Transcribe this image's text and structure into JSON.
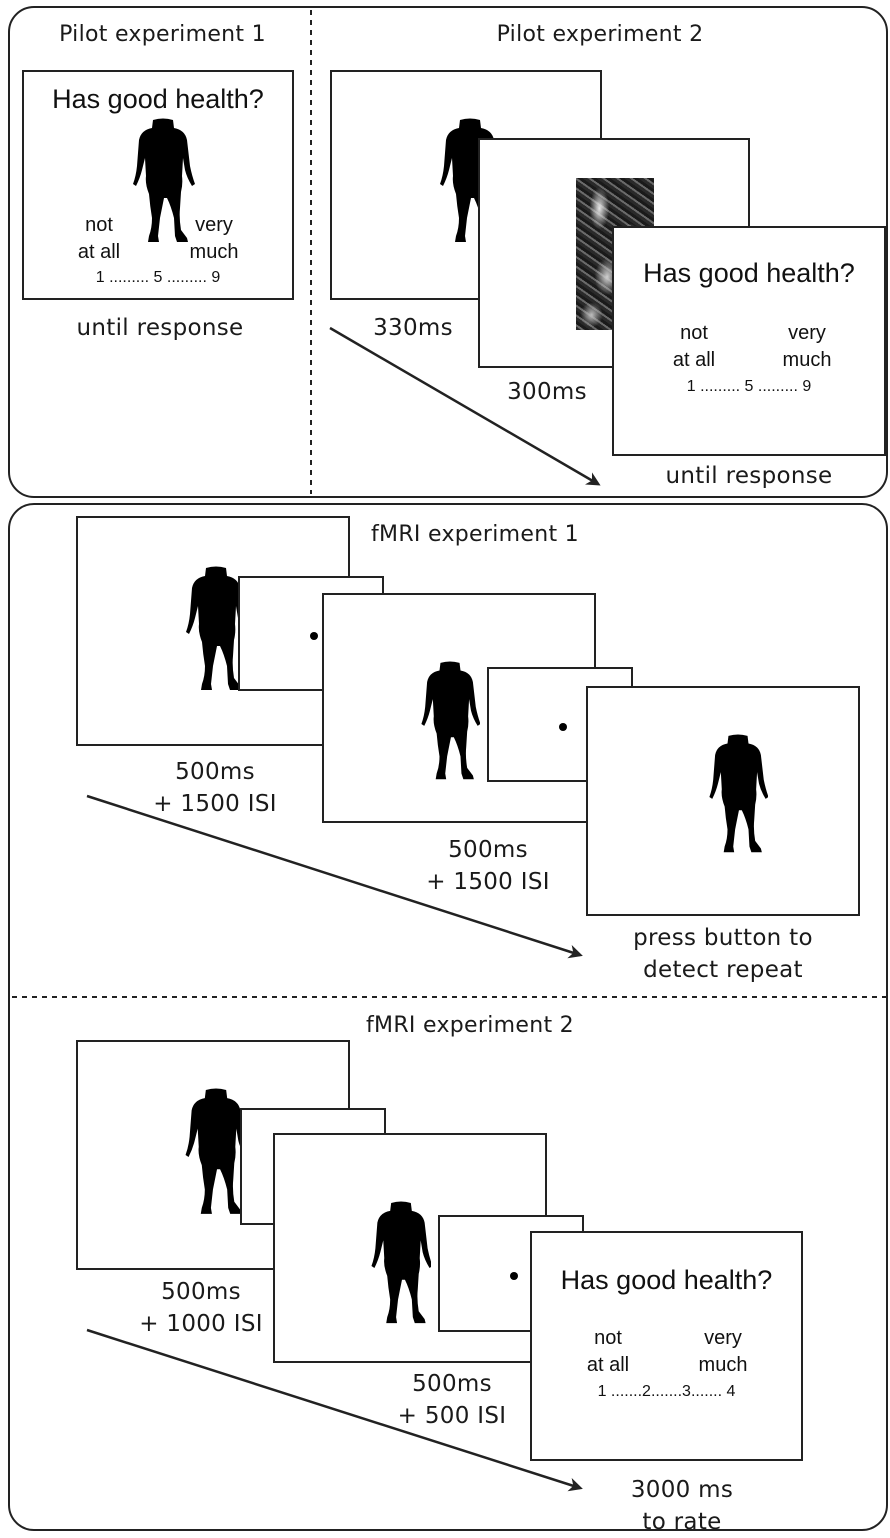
{
  "pilot1": {
    "title": "Pilot experiment 1",
    "question": "Has good health?",
    "scale_low": "not\nat all",
    "scale_high": "very\nmuch",
    "numbers": "1 ......... 5 ......... 9",
    "timing": "until response"
  },
  "pilot2": {
    "title": "Pilot experiment 2",
    "t1": "330ms",
    "t2": "300ms",
    "question": "Has good health?",
    "scale_low": "not\nat all",
    "scale_high": "very\nmuch",
    "numbers": "1 ......... 5 ......... 9",
    "t3": "until response"
  },
  "fmri1": {
    "title": "fMRI experiment 1",
    "t1": "500ms\n+ 1500 ISI",
    "t2": "500ms\n+ 1500 ISI",
    "t3": "press button to\ndetect repeat"
  },
  "fmri2": {
    "title": "fMRI experiment 2",
    "t1": "500ms\n+ 1000 ISI",
    "t2": "500ms\n+ 500 ISI",
    "question": "Has good health?",
    "scale_low": "not\nat all",
    "scale_high": "very\nmuch",
    "numbers": "1 .......2.......3....... 4",
    "t3": "3000 ms\nto rate"
  },
  "colors": {
    "ink": "#111111",
    "frame": "#222222",
    "background": "#ffffff"
  }
}
